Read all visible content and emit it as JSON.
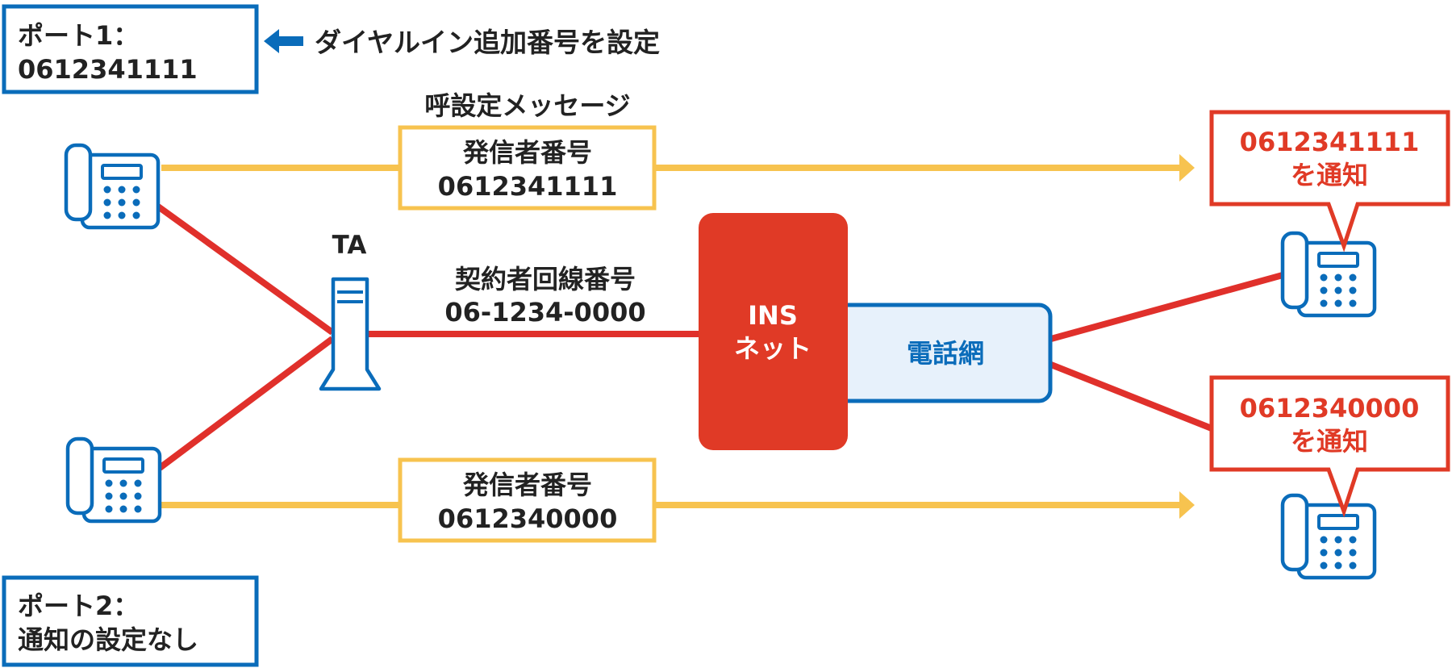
{
  "port1": {
    "title": "ポート1：",
    "value": "0612341111"
  },
  "port1_note": "ダイヤルイン追加番号を設定",
  "port2": {
    "title": "ポート2：",
    "value": "通知の設定なし"
  },
  "call_setup_label": "呼設定メッセージ",
  "caller_box_top": {
    "title": "発信者番号",
    "value": "0612341111"
  },
  "caller_box_bottom": {
    "title": "発信者番号",
    "value": "0612340000"
  },
  "ta_label": "TA",
  "contract_line": {
    "title": "契約者回線番号",
    "value": "06-1234-0000"
  },
  "ins_net": {
    "line1": "INS",
    "line2": "ネット"
  },
  "phone_network": "電話網",
  "notify_top": {
    "number": "0612341111",
    "text": "を通知"
  },
  "notify_bottom": {
    "number": "0612340000",
    "text": "を通知"
  },
  "colors": {
    "blue": "#0a6cba",
    "red": "#e03a26",
    "yellow": "#f7c34f",
    "light_blue": "#e7f1fb",
    "dark_text": "#222222"
  },
  "icons": [
    "telephone-icon",
    "ta-terminal-adapter-icon",
    "arrow-left-icon",
    "arrow-right-icon"
  ]
}
